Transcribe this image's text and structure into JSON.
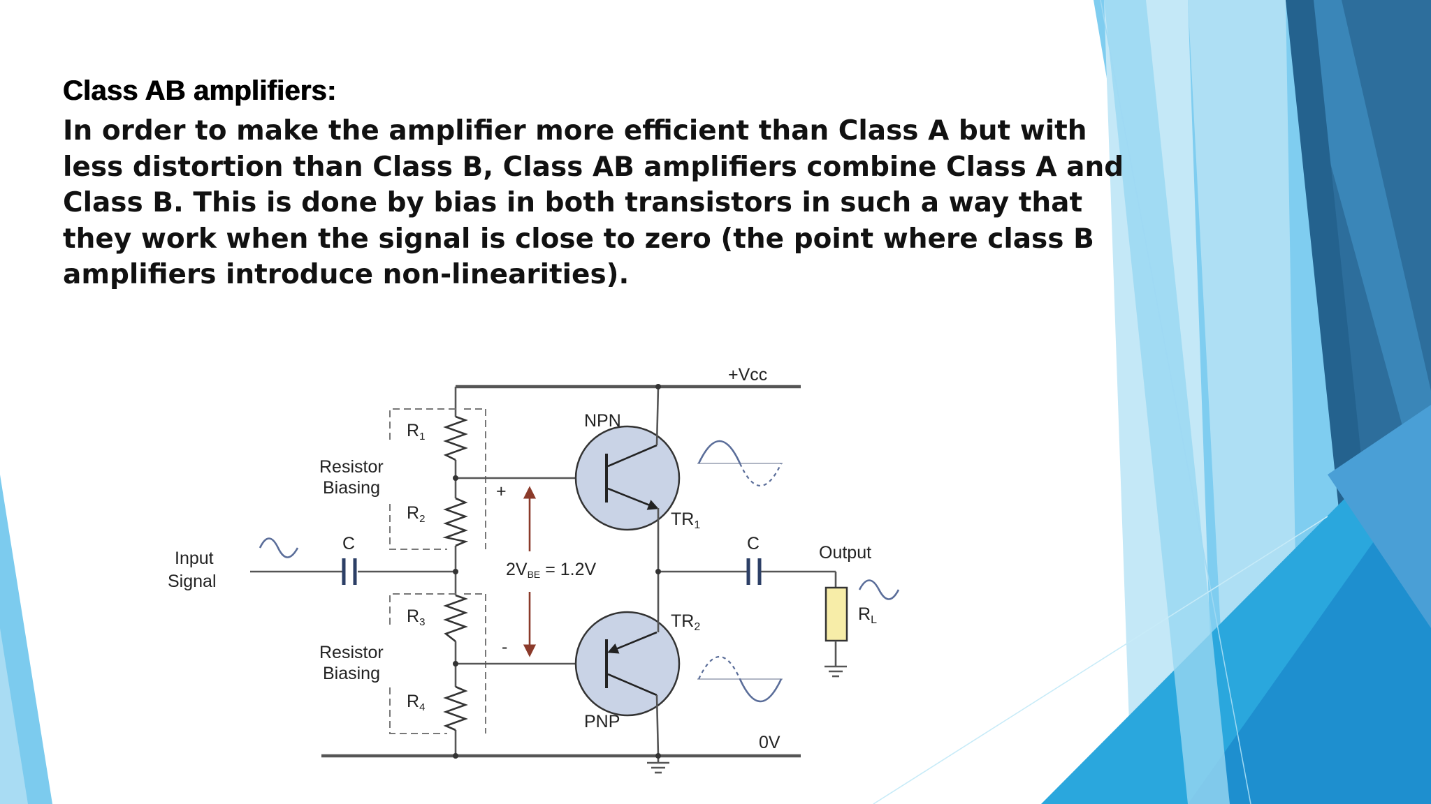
{
  "slide": {
    "title": "Class AB amplifiers:",
    "body_lines": [
      "In order to make the amplifier more efficient than Class A but with",
      "less distortion than Class B, Class AB amplifiers combine Class A and",
      "Class B. This is done by bias in both transistors in such a way that",
      "they work when the signal is close to zero (the point where class B",
      "amplifiers introduce non-linearities)."
    ]
  },
  "diagram": {
    "vcc": "+Vcc",
    "npn": "NPN",
    "pnp": "PNP",
    "tr1": "TR",
    "tr1_sub": "1",
    "tr2": "TR",
    "tr2_sub": "2",
    "r1": "R",
    "r1_sub": "1",
    "r2": "R",
    "r2_sub": "2",
    "r3": "R",
    "r3_sub": "3",
    "r4": "R",
    "r4_sub": "4",
    "resistor_biasing_top": [
      "Resistor",
      "Biasing"
    ],
    "resistor_biasing_bottom": [
      "Resistor",
      "Biasing"
    ],
    "input": [
      "Input",
      "Signal"
    ],
    "c_in": "C",
    "c_out": "C",
    "output": "Output",
    "rl": "R",
    "rl_sub": "L",
    "plus": "+",
    "minus": "-",
    "vbe_pre": "2V",
    "vbe_sub": "BE",
    "vbe_post": " = 1.2V",
    "zero_volts": "0V",
    "colors": {
      "transistor_fill": "#c9d3e6",
      "arrow": "#8b3a2a",
      "load_fill": "#f7eda8",
      "wave": "#5a6d99"
    }
  }
}
